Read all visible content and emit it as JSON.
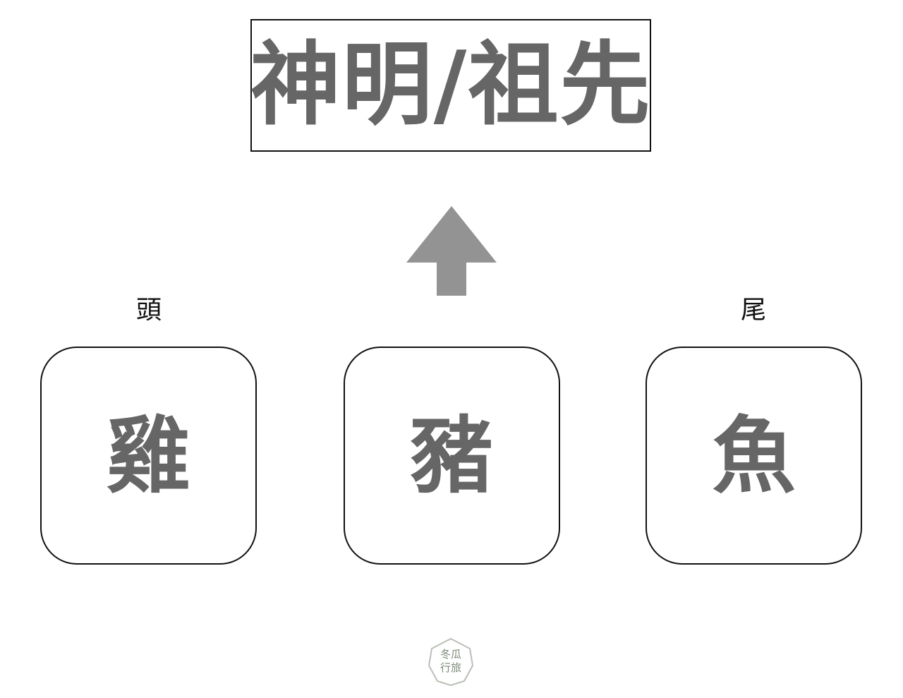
{
  "title": "神明/祖先",
  "labels": {
    "left": "頭",
    "right": "尾"
  },
  "cards": [
    {
      "text": "雞"
    },
    {
      "text": "豬"
    },
    {
      "text": "魚"
    }
  ],
  "logo": {
    "text_top": "冬瓜",
    "text_bottom": "行旅"
  },
  "colors": {
    "text_gray": "#666666",
    "arrow_gray": "#939393",
    "border": "#111111",
    "logo_green": "#7a8a76"
  },
  "icons": {
    "arrow": "arrow-up-icon",
    "logo": "brand-logo-icon"
  }
}
